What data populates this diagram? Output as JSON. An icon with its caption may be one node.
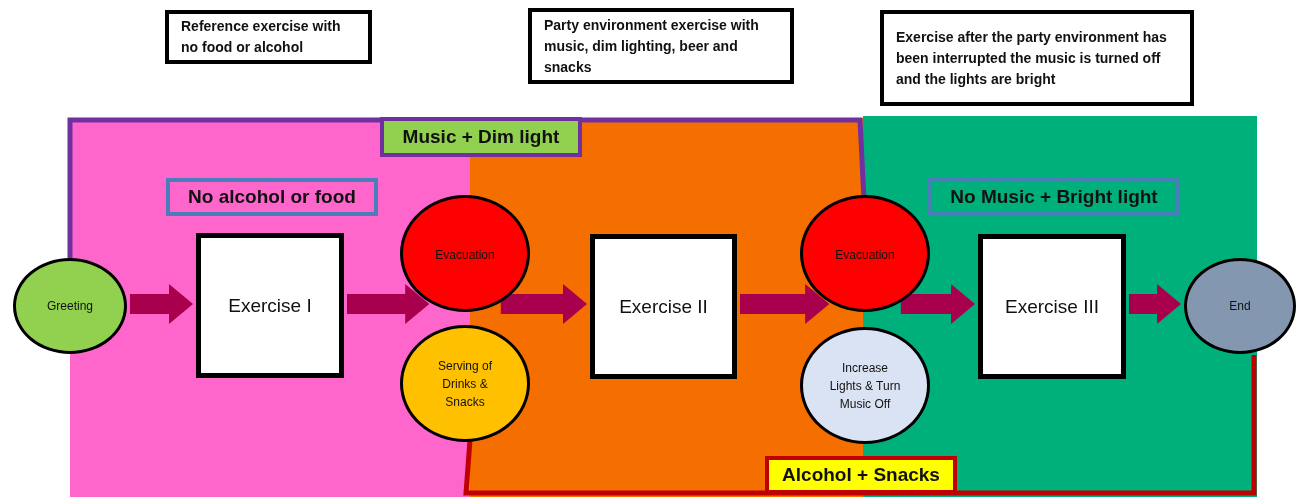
{
  "diagram": {
    "nodes": [
      {
        "text": [
          "Reference exercise with no food or alcohol"
        ]
      },
      {
        "text": [
          "Party environment exercise with music, dim lighting, beer and snacks"
        ]
      },
      {
        "text": [
          "Exercise after the party environment has been interrupted the music is turned off and the lights are bright"
        ]
      },
      {
        "text": [
          "Music + Dim light"
        ]
      },
      {
        "text": [
          "No alcohol or food"
        ]
      },
      {
        "text": [
          "No Music + Bright light"
        ]
      },
      {
        "text": [
          "Alcohol + Snacks"
        ]
      },
      {
        "text": [
          "Greeting"
        ]
      },
      {
        "text": [
          "Exercise I"
        ]
      },
      {
        "text": [
          "Evacuation"
        ]
      },
      {
        "text": [
          "Serving of Drinks & Snacks"
        ]
      },
      {
        "text": [
          "Exercise II"
        ]
      },
      {
        "text": [
          "Evacuation"
        ]
      },
      {
        "text": [
          "Increase Lights & Turn Music Off"
        ]
      },
      {
        "text": [
          "Exercise III"
        ]
      },
      {
        "text": [
          "End"
        ]
      }
    ],
    "edges": [
      {
        "from": 7,
        "to": 8,
        "arrow": "to"
      },
      {
        "from": 8,
        "to": 9,
        "arrow": "to"
      },
      {
        "from": 9,
        "to": 11,
        "arrow": "to"
      },
      {
        "from": 11,
        "to": 12,
        "arrow": "to"
      },
      {
        "from": 12,
        "to": 14,
        "arrow": "to"
      },
      {
        "from": 14,
        "to": 15,
        "arrow": "to"
      }
    ]
  }
}
